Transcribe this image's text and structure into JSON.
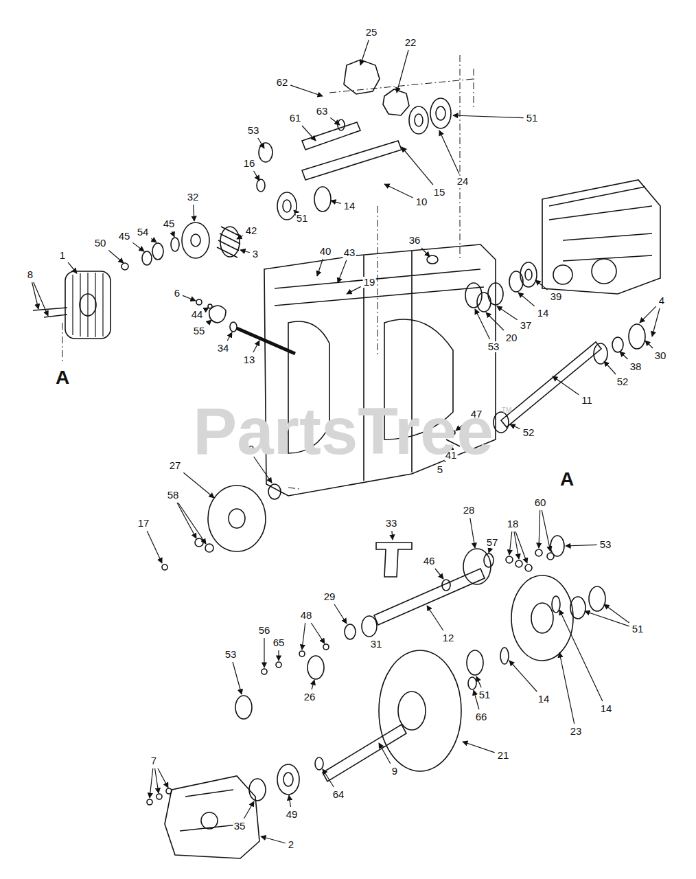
{
  "diagram": {
    "labels": [
      "25",
      "22",
      "62",
      "63",
      "51",
      "53",
      "61",
      "16",
      "14",
      "51",
      "10",
      "15",
      "24",
      "32",
      "45",
      "54",
      "45",
      "50",
      "1",
      "8",
      "42",
      "3",
      "40",
      "43",
      "19",
      "36",
      "6",
      "44",
      "55",
      "34",
      "13",
      "53",
      "20",
      "37",
      "14",
      "39",
      "4",
      "30",
      "38",
      "52",
      "11",
      "52",
      "47",
      "41",
      "5",
      "A",
      "A",
      "59",
      "27",
      "58",
      "17",
      "33",
      "28",
      "60",
      "18",
      "57",
      "53",
      "46",
      "29",
      "12",
      "31",
      "48",
      "56",
      "65",
      "26",
      "53",
      "51",
      "14",
      "23",
      "14",
      "51",
      "66",
      "21",
      "9",
      "64",
      "49",
      "35",
      "7",
      "2",
      "PartsTree",
      "TM"
    ]
  }
}
